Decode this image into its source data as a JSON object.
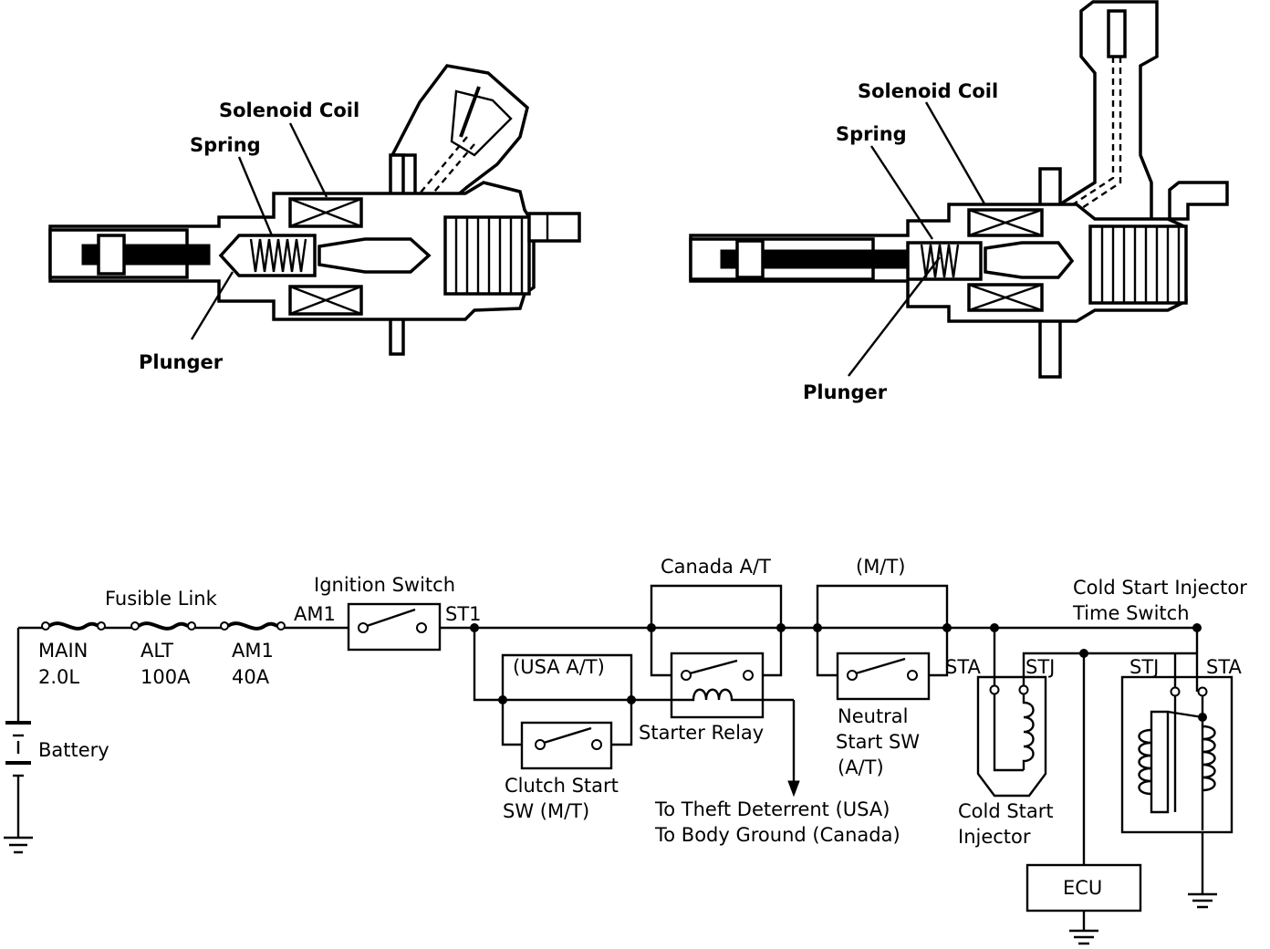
{
  "injector_left": {
    "labels": {
      "solenoid_coil": "Solenoid Coil",
      "spring": "Spring",
      "plunger": "Plunger"
    }
  },
  "injector_right": {
    "labels": {
      "solenoid_coil": "Solenoid Coil",
      "spring": "Spring",
      "plunger": "Plunger"
    }
  },
  "wiring": {
    "fusible_link": "Fusible Link",
    "fuses": [
      {
        "name": "MAIN",
        "rating": "2.0L"
      },
      {
        "name": "ALT",
        "rating": "100A"
      },
      {
        "name": "AM1",
        "rating": "40A"
      }
    ],
    "battery": "Battery",
    "ignition_switch": "Ignition Switch",
    "am1_terminal": "AM1",
    "st1_terminal": "ST1",
    "canada_at": "Canada A/T",
    "usa_at": "(USA A/T)",
    "mt": "(M/T)",
    "clutch_start_sw_line1": "Clutch Start",
    "clutch_start_sw_line2": "SW (M/T)",
    "starter_relay": "Starter Relay",
    "theft_line1": "To Theft Deterrent (USA)",
    "theft_line2": "To Body Ground (Canada)",
    "neutral_line1": "Neutral",
    "neutral_line2": "Start SW",
    "neutral_line3": "(A/T)",
    "sta_left": "STA",
    "stj_left": "STJ",
    "stj_right": "STJ",
    "sta_right": "STA",
    "time_switch_line1": "Cold Start Injector",
    "time_switch_line2": "Time Switch",
    "cold_start_injector_line1": "Cold Start",
    "cold_start_injector_line2": "Injector",
    "ecu": "ECU"
  }
}
